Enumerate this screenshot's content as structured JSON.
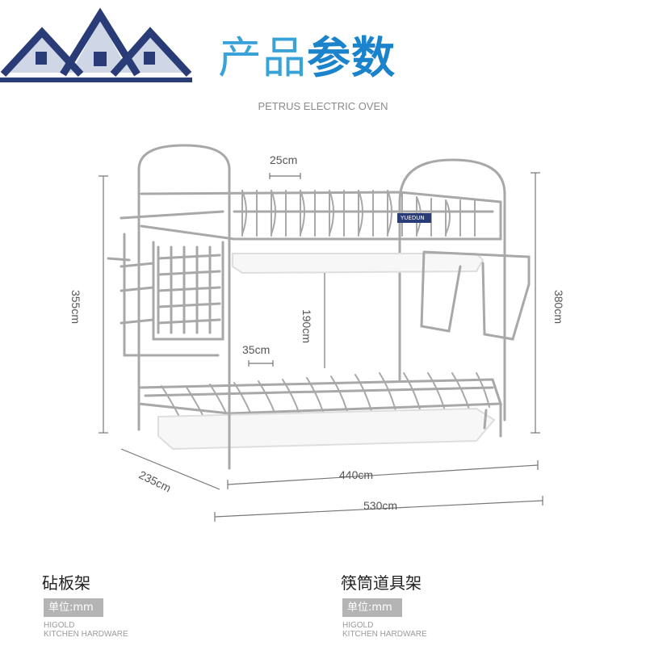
{
  "header": {
    "title_light": "产品",
    "title_bold": "参数",
    "subtitle": "PETRUS ELECTRIC OVEN"
  },
  "product": {
    "tag_text": "YUEDUN"
  },
  "dimensions": {
    "top_gap": "25cm",
    "inner_gap": "35cm",
    "tier_height": "190cm",
    "left_height": "355cm",
    "right_height": "380cm",
    "depth": "235cm",
    "inner_width": "440cm",
    "total_width": "530cm"
  },
  "sections": [
    {
      "label": "砧板架",
      "unit": "单位:mm",
      "brand_line1": "HIGOLD",
      "brand_line2": "KITCHEN HARDWARE"
    },
    {
      "label": "筷筒道具架",
      "unit": "单位:mm",
      "brand_line1": "HIGOLD",
      "brand_line2": "KITCHEN HARDWARE"
    }
  ],
  "colors": {
    "title_light": "#39a3d9",
    "title_bold": "#1a83cc",
    "logo_dark": "#2a3c77",
    "logo_light": "#cfd7e6",
    "steel": "#a8a8a8"
  }
}
